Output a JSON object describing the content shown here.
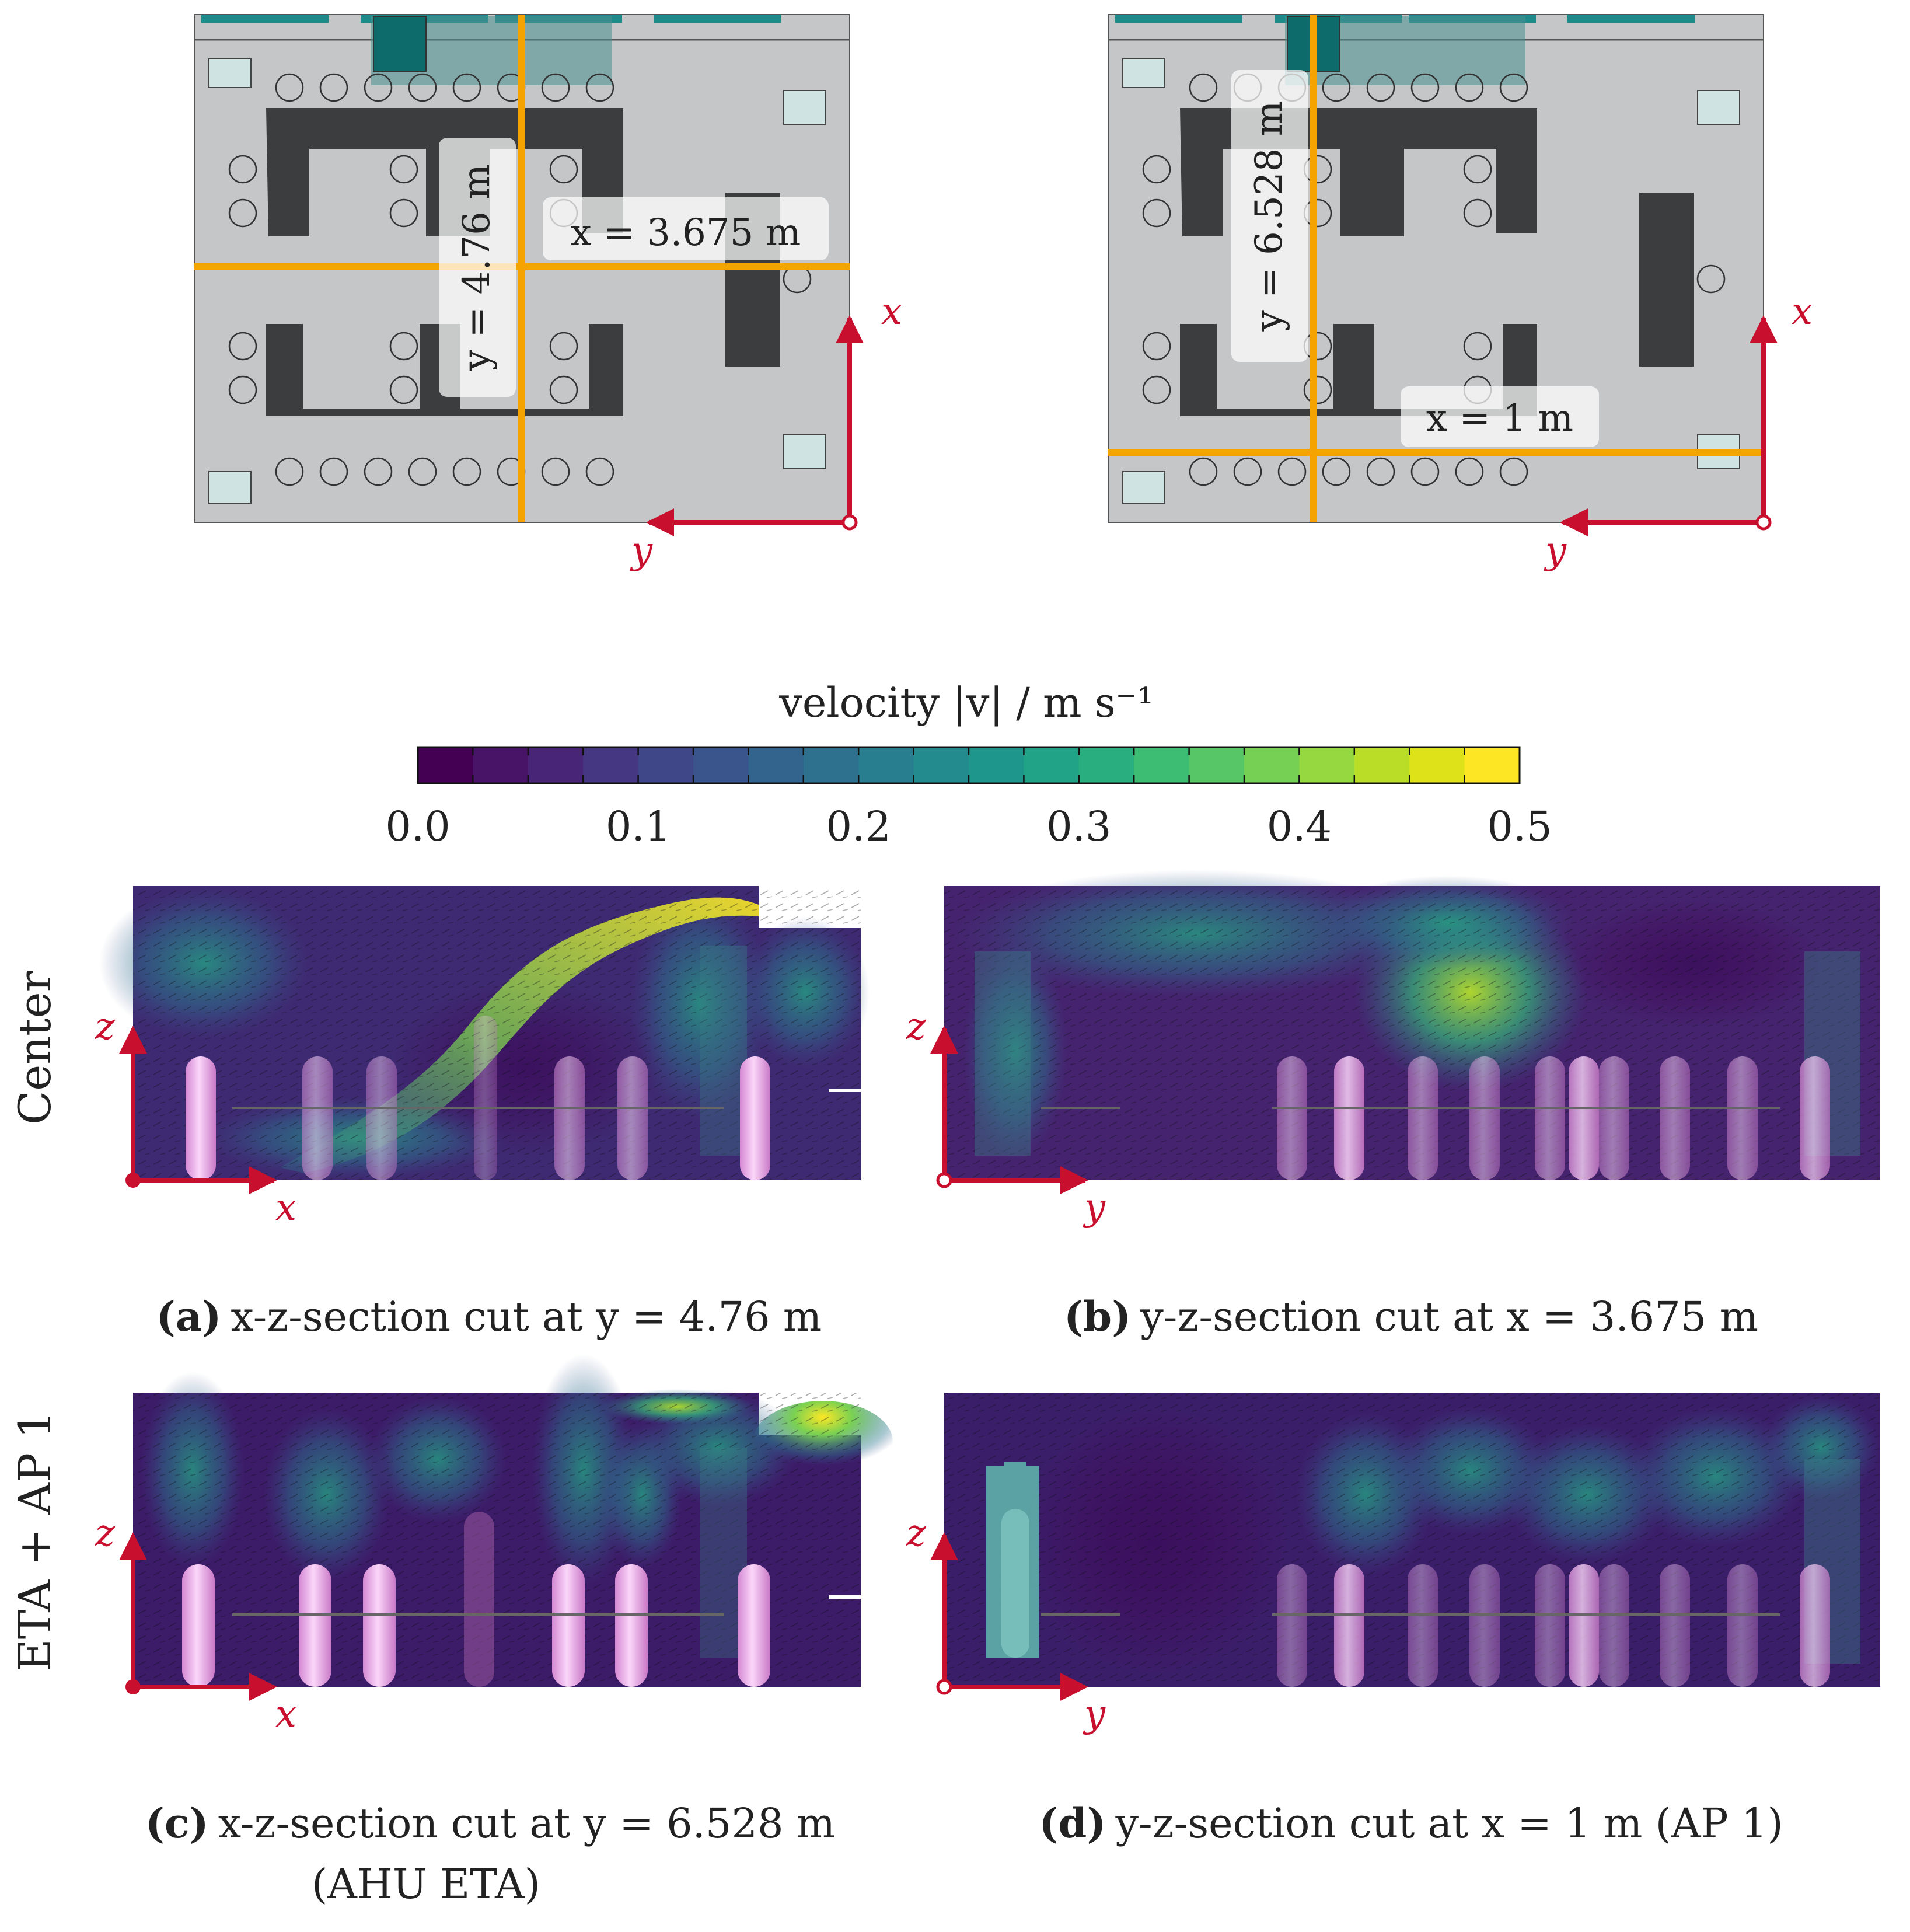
{
  "plans": {
    "left": {
      "cut_x_label": "x = 3.675 m",
      "cut_y_label": "y = 4.76 m",
      "axis_x": "x",
      "axis_y": "y"
    },
    "right": {
      "cut_x_label": "x = 1 m",
      "cut_y_label": "y = 6.528 m",
      "axis_x": "x",
      "axis_y": "y"
    }
  },
  "colorbar": {
    "title": "velocity |v| / m s⁻¹",
    "ticks": [
      "0.0",
      "0.1",
      "0.2",
      "0.3",
      "0.4",
      "0.5"
    ],
    "colors": [
      "#440154",
      "#481467",
      "#482576",
      "#453781",
      "#3f4788",
      "#39558c",
      "#32648e",
      "#2d718e",
      "#287d8e",
      "#238a8d",
      "#1f968b",
      "#20a386",
      "#29af7f",
      "#3dbc74",
      "#56c667",
      "#75d054",
      "#95d840",
      "#bade28",
      "#dde318",
      "#fde725"
    ]
  },
  "rows": {
    "row1_label": "Center",
    "row2_label": "ETA + AP 1"
  },
  "panels": {
    "a": {
      "letter": "(a)",
      "caption": "x-z-section cut at y = 4.76 m",
      "axis_h": "x",
      "axis_v": "z"
    },
    "b": {
      "letter": "(b)",
      "caption": "y-z-section cut at x = 3.675 m",
      "axis_h": "y",
      "axis_v": "z"
    },
    "c": {
      "letter": "(c)",
      "caption": "x-z-section cut at y = 6.528 m",
      "caption_line2": "(AHU ETA)",
      "axis_h": "x",
      "axis_v": "z"
    },
    "d": {
      "letter": "(d)",
      "caption": "y-z-section cut at x = 1 m (AP 1)",
      "axis_h": "y",
      "axis_v": "z"
    }
  },
  "colors": {
    "cut_line": "#f5a300",
    "axis": "#c8102e",
    "floor": "#c4c6c8",
    "desk": "#3c3d3f",
    "window": "#1e8a8c",
    "ahu": "#0d6b6b",
    "person": "#f2b6ef"
  }
}
